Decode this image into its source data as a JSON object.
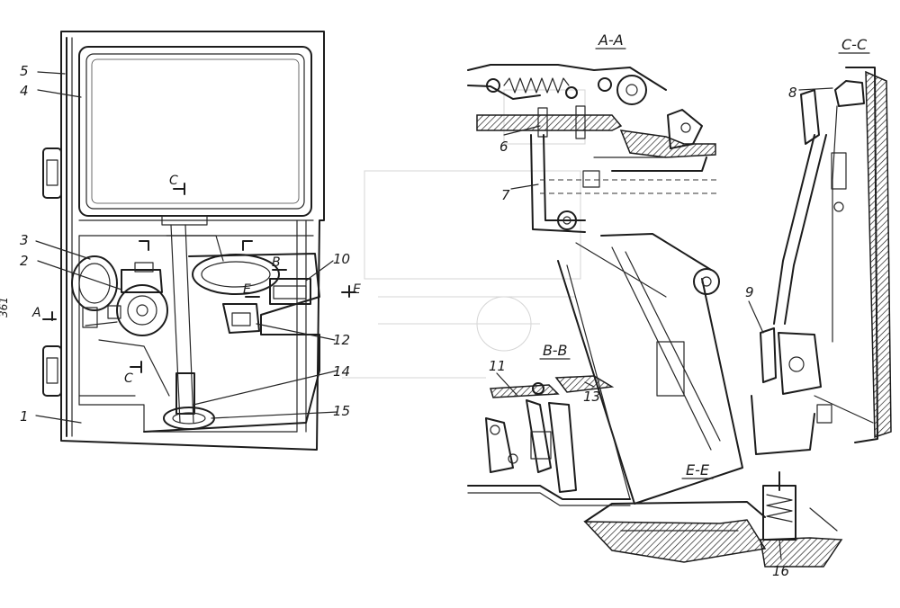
{
  "section_titles": {
    "aa": "A-A",
    "bb": "B-B",
    "cc": "C-C",
    "ee": "E-E"
  },
  "callouts": {
    "n1": "1",
    "n2": "2",
    "n3": "3",
    "n4": "4",
    "n5": "5",
    "n6": "6",
    "n7": "7",
    "n8": "8",
    "n9": "9",
    "n10": "10",
    "n11": "11",
    "n12": "12",
    "n13": "13",
    "n14": "14",
    "n15": "15",
    "n16": "16"
  },
  "cut_marks": {
    "a": "A",
    "b": "B",
    "c_top": "C",
    "c_bottom": "C",
    "e_left": "E",
    "e_right": "E"
  },
  "margin_text": "361"
}
